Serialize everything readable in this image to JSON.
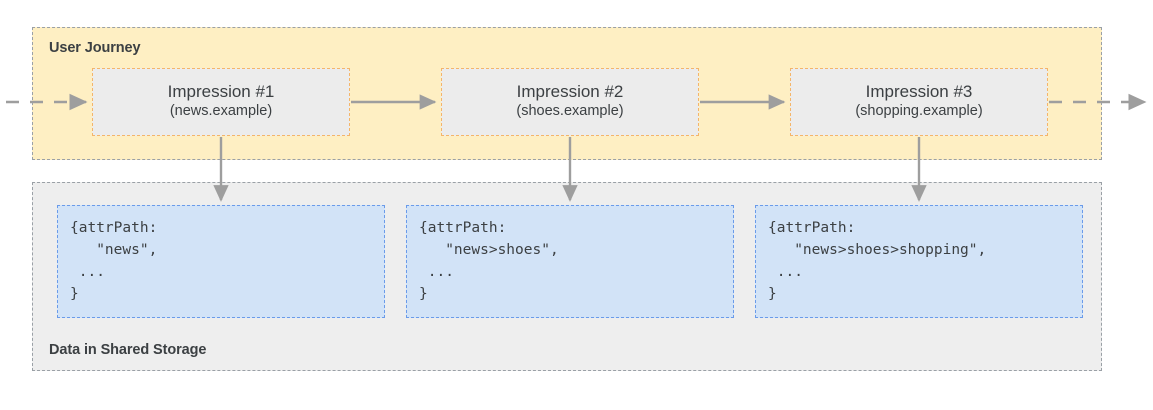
{
  "diagram": {
    "title_journey": "User Journey",
    "title_storage": "Data in Shared Storage",
    "colors": {
      "journey_background": "#feefc3",
      "storage_background": "#eeeeee",
      "impression_fill": "#ececec",
      "impression_border": "#f4b56a",
      "data_fill": "#d2e3f7",
      "data_border": "#6a9bea",
      "lane_border": "#9aa0a6",
      "arrow": "#9e9e9e",
      "text": "#3c4043"
    }
  },
  "impressions": [
    {
      "title": "Impression #1",
      "site": "(news.example)"
    },
    {
      "title": "Impression #2",
      "site": "(shoes.example)"
    },
    {
      "title": "Impression #3",
      "site": "(shopping.example)"
    }
  ],
  "data_records": [
    {
      "line1": "{attrPath:",
      "line2": "   \"news\",",
      "line3": " ...",
      "line4": "}"
    },
    {
      "line1": "{attrPath:",
      "line2": "   \"news>shoes\",",
      "line3": " ...",
      "line4": "}"
    },
    {
      "line1": "{attrPath:",
      "line2": "   \"news>shoes>shopping\",",
      "line3": " ...",
      "line4": "}"
    }
  ],
  "connectors": {
    "entry_arrow": "dashed-arrow-right",
    "exit_arrow": "dashed-arrow-right",
    "between_impressions": "solid-arrow-right",
    "impression_to_data": "solid-arrow-down"
  }
}
